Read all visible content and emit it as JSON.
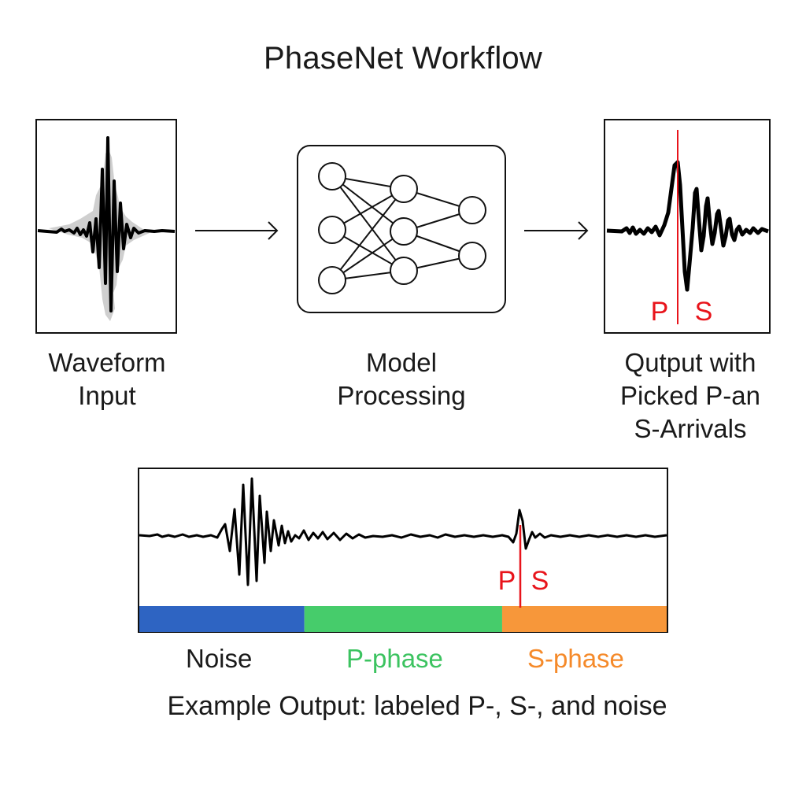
{
  "title": "PhaseNet Workflow",
  "steps": [
    {
      "id": "input",
      "label_lines": [
        "Waveform",
        "Input"
      ]
    },
    {
      "id": "model",
      "label_lines": [
        "Model",
        "Processing"
      ]
    },
    {
      "id": "output",
      "label_lines": [
        "Qutput with",
        "Picked P-an",
        "S-Arrivals"
      ]
    }
  ],
  "output_panel": {
    "p_label": "P",
    "s_label": "S"
  },
  "neural_net": {
    "layers": [
      3,
      3,
      2
    ]
  },
  "example": {
    "p_label": "P",
    "s_label": "S",
    "segments": [
      {
        "name": "Noise",
        "color": "#2e64c2",
        "text_color": "#1a1a1a",
        "fraction": 0.313
      },
      {
        "name": "P-phase",
        "color": "#46cc6b",
        "text_color": "#3cc360",
        "fraction": 0.375
      },
      {
        "name": "S-phase",
        "color": "#f7973a",
        "text_color": "#f58a2a",
        "fraction": 0.312
      }
    ],
    "caption": "Example Output: labeled P-, S-, and noise"
  },
  "colors": {
    "pick_line": "#e8141b",
    "waveform": "#000000",
    "envelope": "#cfcfcf"
  }
}
